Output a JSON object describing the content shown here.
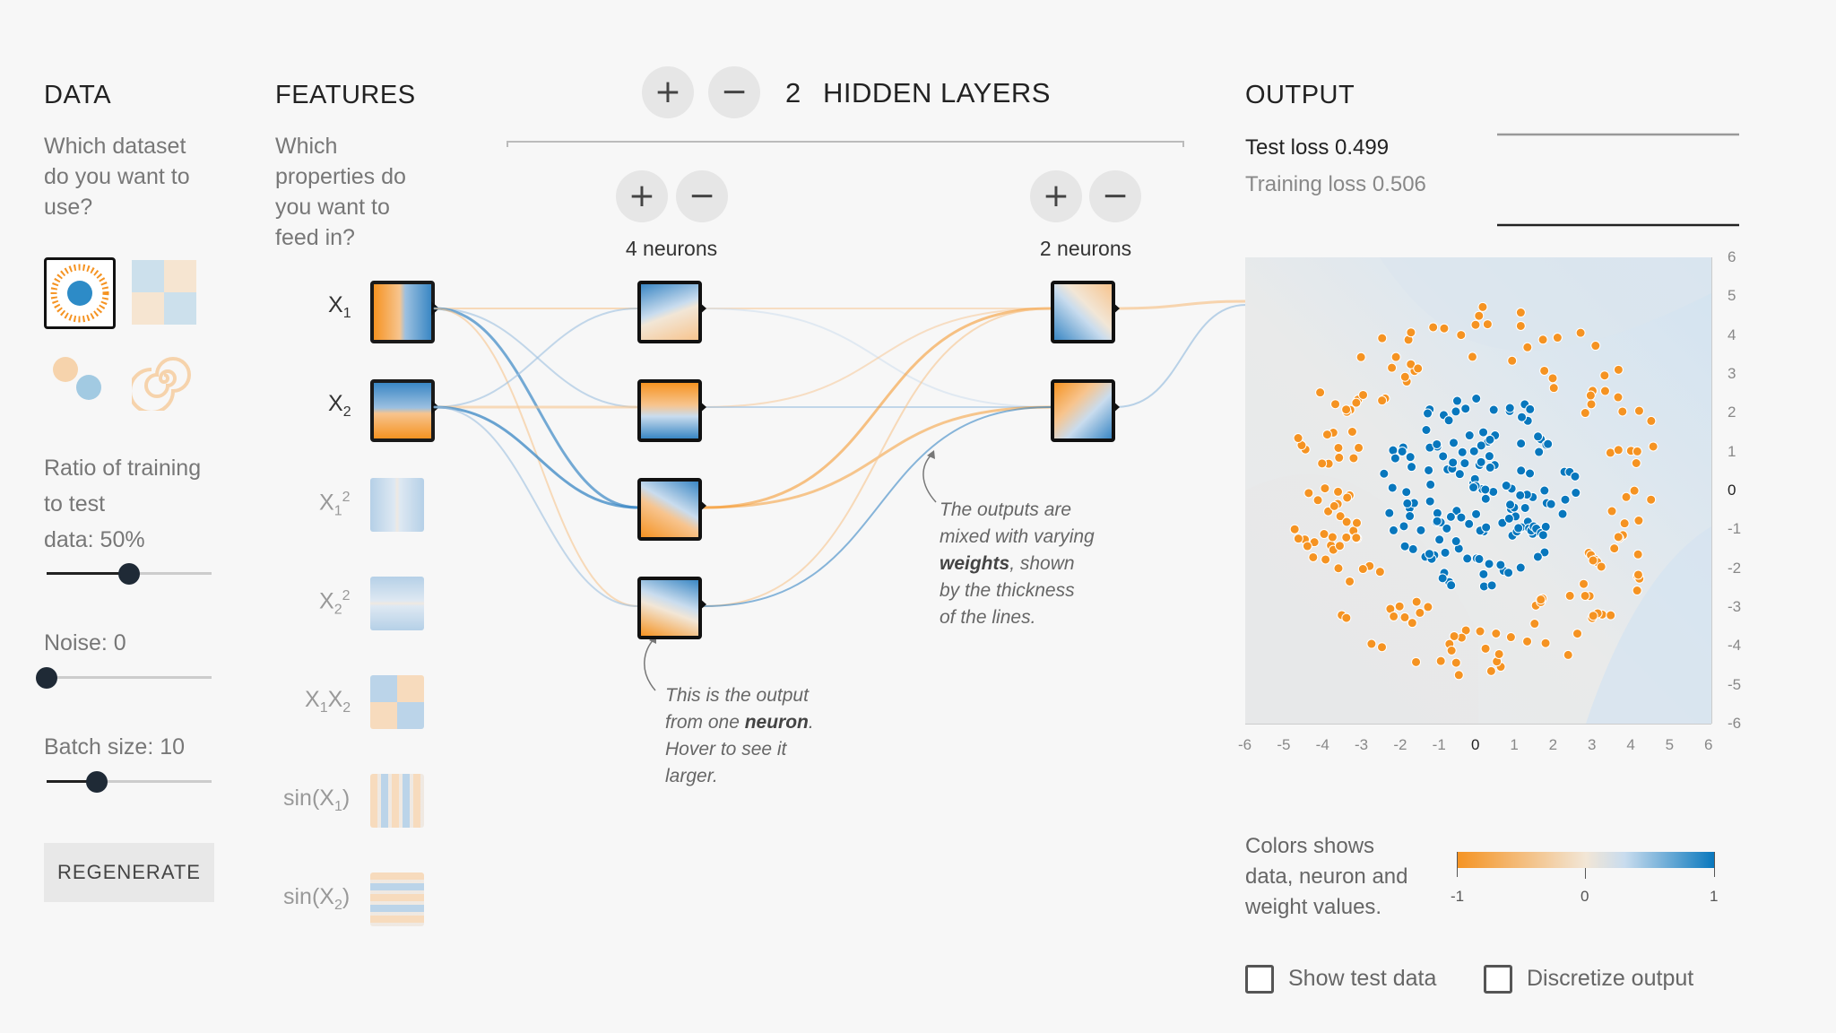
{
  "data_panel": {
    "title": "DATA",
    "question": [
      "Which dataset",
      "do you want to",
      "use?"
    ],
    "datasets": [
      {
        "name": "circle",
        "selected": true
      },
      {
        "name": "xor",
        "selected": false
      },
      {
        "name": "gaussian",
        "selected": false
      },
      {
        "name": "spiral",
        "selected": false
      }
    ],
    "ratio_label": [
      "Ratio of training",
      "to test",
      "data:  50%"
    ],
    "ratio_value": 0.5,
    "noise_label": "Noise:  0",
    "noise_value": 0,
    "batch_label": "Batch size:  10",
    "batch_value": 0.3,
    "regenerate_label": "REGENERATE"
  },
  "features_panel": {
    "title": "FEATURES",
    "question": [
      "Which",
      "properties do",
      "you want to",
      "feed in?"
    ],
    "features": [
      {
        "base": "X",
        "sub": "1",
        "sup": "",
        "active": true
      },
      {
        "base": "X",
        "sub": "2",
        "sup": "",
        "active": true
      },
      {
        "base": "X",
        "sub": "1",
        "sup": "2",
        "active": false
      },
      {
        "base": "X",
        "sub": "2",
        "sup": "2",
        "active": false
      },
      {
        "base": "X",
        "sub": "1",
        "mid": "X",
        "sub2": "2",
        "active": false
      },
      {
        "base": "sin(X",
        "sub": "1",
        "tail": ")",
        "active": false
      },
      {
        "base": "sin(X",
        "sub": "2",
        "tail": ")",
        "active": false
      }
    ]
  },
  "hidden": {
    "add_layer": "+",
    "remove_layer": "−",
    "count": "2",
    "title": "HIDDEN LAYERS",
    "layers": [
      {
        "label": "4 neurons",
        "add": "+",
        "remove": "−"
      },
      {
        "label": "2 neurons",
        "add": "+",
        "remove": "−"
      }
    ],
    "note_neuron": [
      "This is the output",
      "from one ",
      "neuron",
      ".",
      "Hover to see it",
      "larger."
    ],
    "note_weights": [
      "The outputs are",
      "mixed with varying",
      "weights",
      ", shown",
      "by the thickness",
      "of the lines."
    ]
  },
  "output": {
    "title": "OUTPUT",
    "test_loss": "Test loss 0.499",
    "training_loss": "Training loss 0.506",
    "y_ticks": [
      "6",
      "5",
      "4",
      "3",
      "2",
      "1",
      "0",
      "-1",
      "-2",
      "-3",
      "-4",
      "-5",
      "-6"
    ],
    "x_ticks": [
      "-6",
      "-5",
      "-4",
      "-3",
      "-2",
      "-1",
      "0",
      "1",
      "2",
      "3",
      "4",
      "5",
      "6"
    ],
    "legend_text": [
      "Colors shows",
      "data, neuron and",
      "weight values."
    ],
    "legend_ticks": [
      "-1",
      "0",
      "1"
    ],
    "show_test_label": "Show test data",
    "discretize_label": "Discretize output",
    "colors": {
      "orange": "#f59322",
      "blue": "#0877bd",
      "neutral": "#e8eaeb"
    }
  }
}
